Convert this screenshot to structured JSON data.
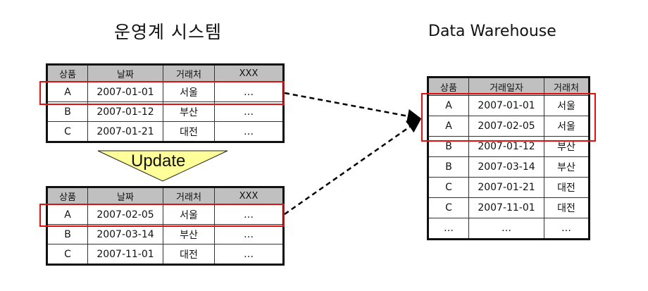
{
  "titles": {
    "operational": "운영계 시스템",
    "warehouse": "Data Warehouse"
  },
  "operational_before": {
    "headers": [
      "상품",
      "날짜",
      "거래처",
      "XXX"
    ],
    "rows": [
      [
        "A",
        "2007-01-01",
        "서울",
        "…"
      ],
      [
        "B",
        "2007-01-12",
        "부산",
        "…"
      ],
      [
        "C",
        "2007-01-21",
        "대전",
        "…"
      ]
    ]
  },
  "update_label": "Update",
  "operational_after": {
    "headers": [
      "상품",
      "날짜",
      "거래처",
      "XXX"
    ],
    "rows": [
      [
        "A",
        "2007-02-05",
        "서울",
        "…"
      ],
      [
        "B",
        "2007-03-14",
        "부산",
        "…"
      ],
      [
        "C",
        "2007-11-01",
        "대전",
        "…"
      ]
    ]
  },
  "warehouse": {
    "headers": [
      "상품",
      "거래일자",
      "거래처"
    ],
    "rows": [
      [
        "A",
        "2007-01-01",
        "서울"
      ],
      [
        "A",
        "2007-02-05",
        "서울"
      ],
      [
        "B",
        "2007-01-12",
        "부산"
      ],
      [
        "B",
        "2007-03-14",
        "부산"
      ],
      [
        "C",
        "2007-01-21",
        "대전"
      ],
      [
        "C",
        "2007-11-01",
        "대전"
      ],
      [
        "…",
        "…",
        "…"
      ]
    ]
  },
  "colors": {
    "highlight": "#e01010",
    "header_bg": "#c0c0c0",
    "update_fill": "#ffff99"
  }
}
